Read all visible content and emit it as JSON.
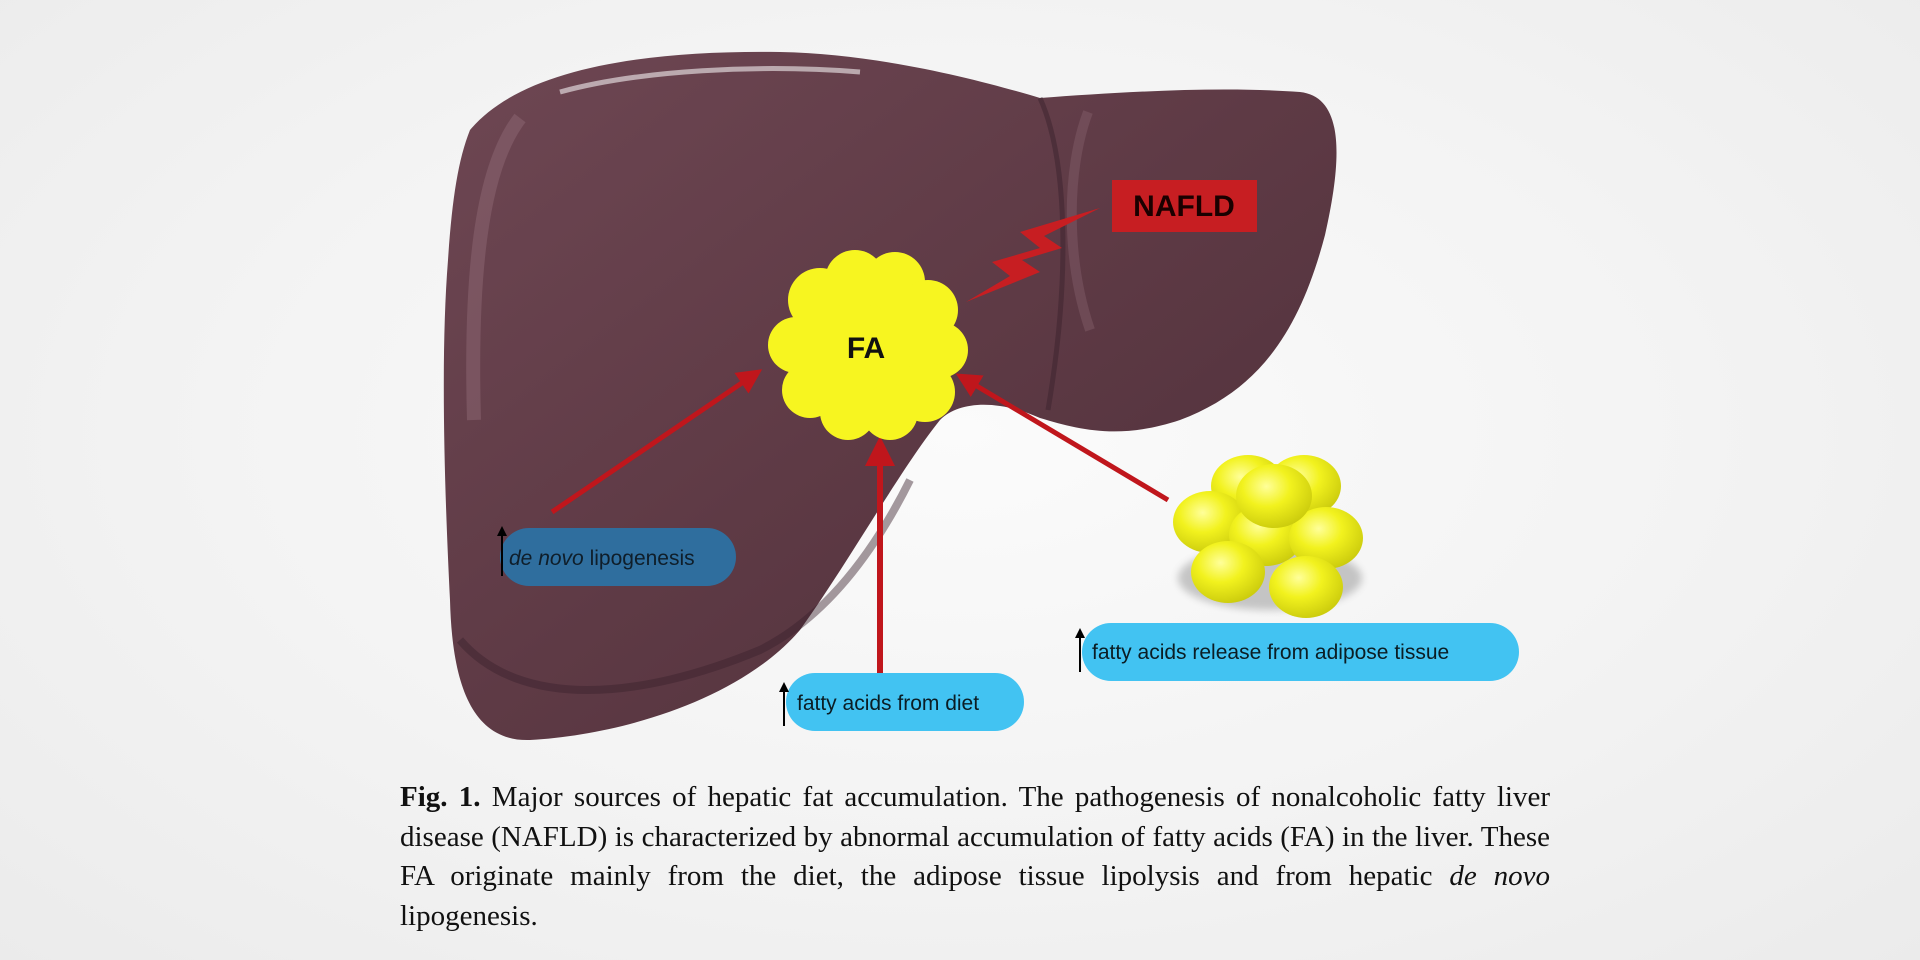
{
  "diagram": {
    "nafld_label": "NAFLD",
    "fa_label": "FA",
    "de_novo_italic": "de novo",
    "de_novo_rest": " lipogenesis",
    "diet_label": "fatty acids from diet",
    "adipose_label": "fatty acids release from adipose tissue",
    "colors": {
      "liver": "#5c3944",
      "fa_blob": "#f7f520",
      "arrow": "#c0161c",
      "nafld_box": "#c71e22",
      "pill_dark": "#2f6e9e",
      "pill_light": "#42c3f2"
    },
    "icons": [
      "up-arrow-icon",
      "lightning-bolt-icon"
    ]
  },
  "caption": {
    "label": "Fig. 1.",
    "part1": " Major sources of hepatic fat accumulation. The pathogenesis of nonalcoholic fatty liver disease (NAFLD) is characterized by abnormal accumulation of fatty acids (FA) in the liver. These FA originate mainly from the diet, the adipose tissue lipolysis and from hepatic ",
    "italic": "de novo",
    "part2": " lipogenesis."
  }
}
